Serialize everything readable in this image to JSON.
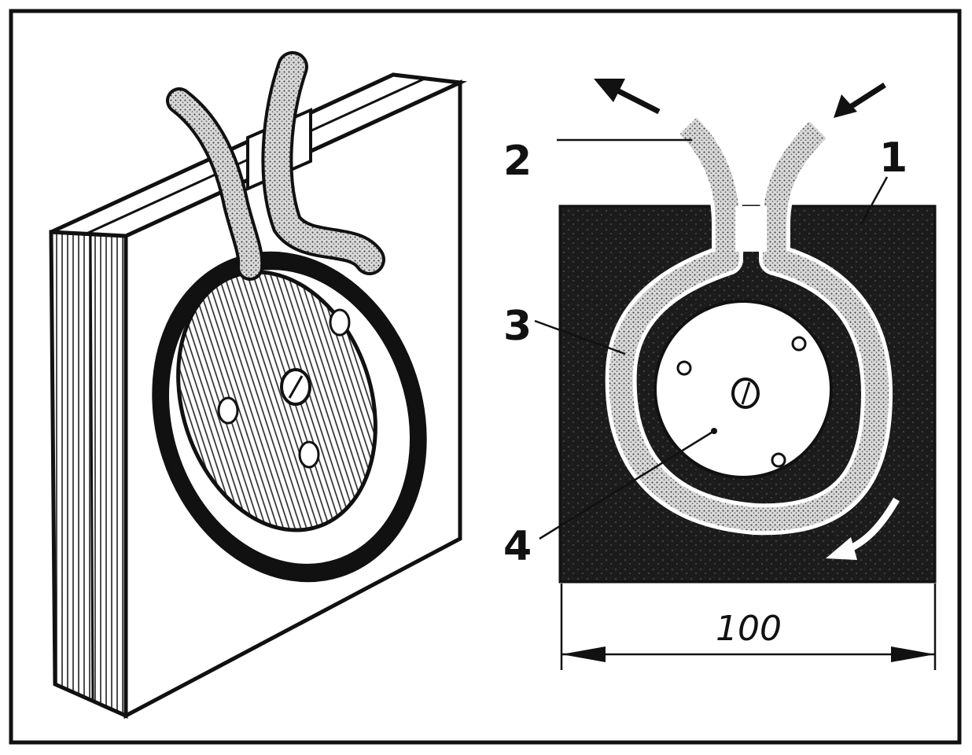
{
  "figure": {
    "callouts": {
      "block": "1",
      "tube": "2",
      "channel": "3",
      "rotor": "4"
    },
    "dimension": "100"
  }
}
